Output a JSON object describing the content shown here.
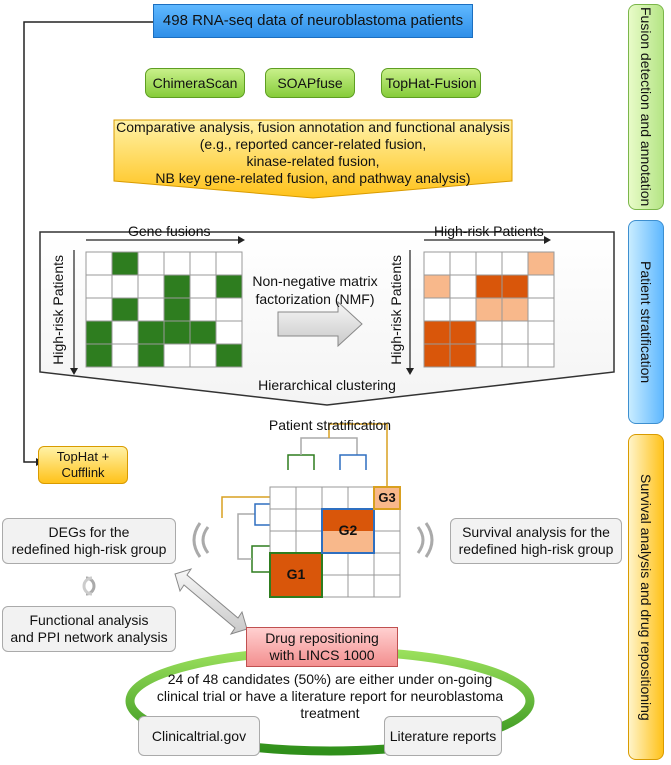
{
  "title_box": "498 RNA-seq data of neuroblastoma patients",
  "tools": [
    "ChimeraScan",
    "SOAPfuse",
    "TopHat-Fusion"
  ],
  "comparative_box": {
    "line1": "Comparative analysis, fusion annotation and functional analysis",
    "line2": "(e.g., reported cancer-related fusion,",
    "line3": "kinase-related fusion,",
    "line4": "NB key gene-related fusion, and pathway analysis)"
  },
  "matrix_section": {
    "left_top_label": "Gene fusions",
    "left_side_label": "High-risk Patients",
    "nmf_line1": "Non-negative matrix",
    "nmf_line2": "factorization (NMF)",
    "right_top_label": "High-risk Patients",
    "right_side_label": "High-risk Patients",
    "clustering_label": "Hierarchical clustering"
  },
  "stratification": {
    "title": "Patient stratification",
    "g1": "G1",
    "g2": "G2",
    "g3": "G3"
  },
  "left_boxes": {
    "tophat_line1": "TopHat +",
    "tophat_line2": "Cufflink",
    "degs_line1": "DEGs for the",
    "degs_line2": "redefined high-risk group",
    "functional_line1": "Functional analysis",
    "functional_line2": "and PPI network analysis"
  },
  "survival_box": {
    "line1": "Survival analysis for the",
    "line2": "redefined high-risk group"
  },
  "drug": {
    "line1": "Drug repositioning",
    "line2": "with LINCS 1000",
    "result_line1": "24 of 48 candidates (50%) are either under on-going",
    "result_line2": "clinical trial or have a literature report for neuroblastoma",
    "result_line3": "treatment",
    "clinicaltrial": "Clinicaltrial.gov",
    "literature": "Literature reports"
  },
  "side_labels": {
    "fusion": "Fusion detection and annotation",
    "patient": "Patient stratification",
    "survival": "Survival analysis and drug repositioning"
  },
  "colors": {
    "blue": "#3d9cf0",
    "green": "#2e7d1f",
    "orange_dark": "#d9560a",
    "orange_light": "#f8b88b",
    "yellow": "#ffc21a"
  }
}
